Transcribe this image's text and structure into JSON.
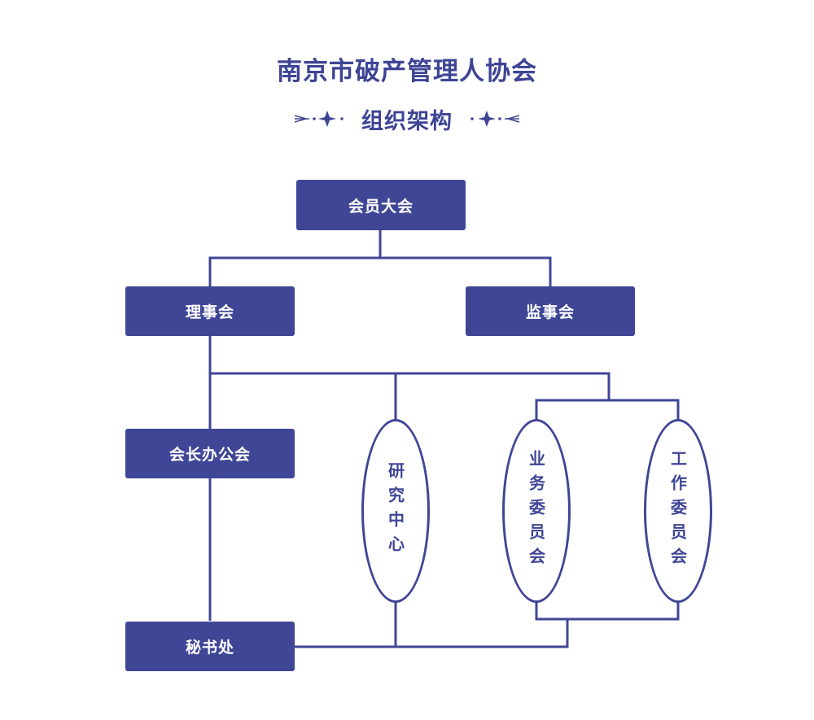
{
  "header": {
    "title": "南京市破产管理人协会",
    "subtitle": "组织架构"
  },
  "colors": {
    "primary": "#404696",
    "title": "#3e4494",
    "background": "#ffffff"
  },
  "nodes": {
    "general_assembly": "会员大会",
    "council": "理事会",
    "supervisory_board": "监事会",
    "president_office": "会长办公会",
    "secretariat": "秘书处",
    "research_center": "研究中心",
    "business_committee": "业务委员会",
    "work_committee": "工作委员会"
  }
}
